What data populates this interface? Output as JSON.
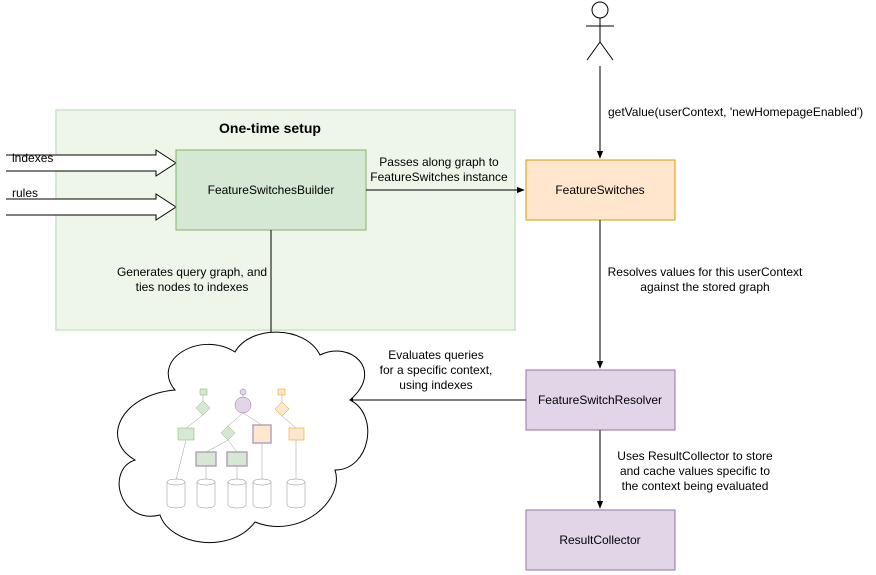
{
  "setup_group": {
    "title": "One-time setup"
  },
  "inputs": {
    "indexes": "indexes",
    "rules": "rules"
  },
  "nodes": {
    "builder": "FeatureSwitchesBuilder",
    "feature_switches": "FeatureSwitches",
    "resolver": "FeatureSwitchResolver",
    "result_collector": "ResultCollector"
  },
  "edges": {
    "user_call": "getValue(userContext, 'newHomepageEnabled')",
    "builder_to_fs": [
      "Passes along graph to",
      "FeatureSwitches instance"
    ],
    "builder_to_graph": [
      "Generates query graph, and",
      "ties nodes to indexes"
    ],
    "fs_to_resolver": [
      "Resolves values for this userContext",
      "against the stored graph"
    ],
    "resolver_to_graph": [
      "Evaluates queries",
      "for a specific context,",
      "using indexes"
    ],
    "resolver_to_collector": [
      "Uses ResultCollector to store",
      "and cache values specific to",
      "the context being evaluated"
    ]
  },
  "colors": {
    "setup_fill": "#eef6ea",
    "setup_stroke": "#d5e8d4",
    "builder_fill": "#d5e8d4",
    "builder_stroke": "#82b366",
    "fs_fill": "#ffe6cc",
    "fs_stroke": "#d79b00",
    "resolver_fill": "#e1d5e7",
    "resolver_stroke": "#9673a6"
  },
  "icons": [
    "stick-figure-actor-icon",
    "cloud-query-graph-icon",
    "database-cylinder-icon"
  ]
}
